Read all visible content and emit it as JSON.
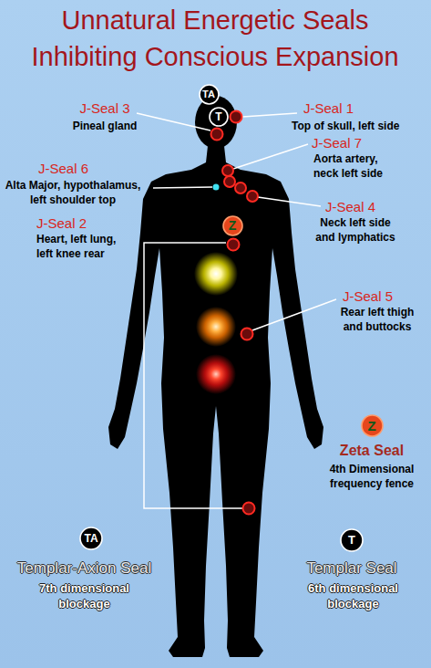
{
  "diagram": {
    "title": "Unnatural Energetic Seals Inhibiting Conscious Expansion",
    "nodes": [
      {
        "text": [
          "TA"
        ]
      },
      {
        "text": [
          "T"
        ]
      },
      {
        "text": [
          "Z"
        ]
      },
      {
        "text": [
          "Z"
        ]
      },
      {
        "text": [
          "TA"
        ]
      },
      {
        "text": [
          "T"
        ]
      }
    ],
    "labels": [
      "J-Seal 3",
      "Pineal gland",
      "J-Seal 1",
      "Top of skull, left side",
      "J-Seal 7",
      "Aorta artery, neck left side",
      "J-Seal 6",
      "Alta Major, hypothalamus, left shoulder top",
      "J-Seal 4",
      "Neck left side and lymphatics",
      "J-Seal 2",
      "Heart, left lung, left knee rear",
      "J-Seal 5",
      "Rear left thigh and buttocks",
      "Zeta Seal",
      "4th Dimensional frequency fence",
      "Templar-Axion Seal",
      "7th dimensional blockage",
      "Templar Seal",
      "6th dimensional blockage"
    ]
  }
}
